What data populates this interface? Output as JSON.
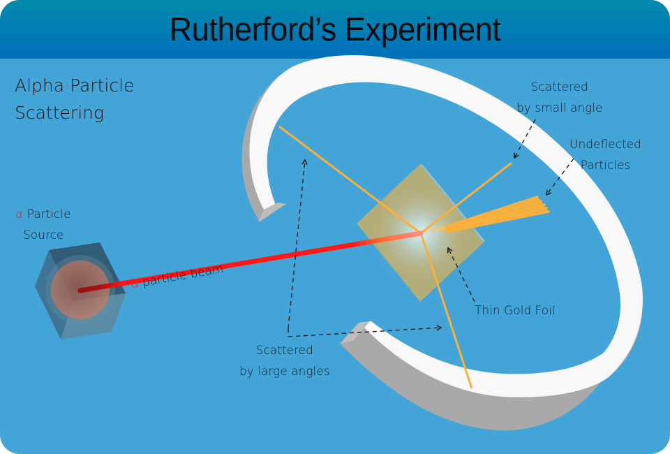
{
  "title": "Rutherford’s Experiment",
  "subtitle": {
    "line1": "Alpha Particle",
    "line2": "Scattering"
  },
  "labels": {
    "source_symbol": "α",
    "source_line1": "Particle",
    "source_line2": "Source",
    "beam_symbol": "α",
    "beam_text": "particle beam",
    "foil": "Thin Gold Foil",
    "small_angle_line1": "Scattered",
    "small_angle_line2": "by small angle",
    "undeflected_line1": "Undeflected",
    "undeflected_line2": "Particles",
    "large_angle_line1": "Scattered",
    "large_angle_line2": "by large angles"
  },
  "colors": {
    "background": "#43a5d7",
    "header_top": "#028aaa",
    "header_bottom": "#0070bc",
    "beam": "#ff1a1a",
    "scatter": "#fbb03b",
    "foil": "#b3ad7a",
    "ring_face": "#f8f8f8",
    "ring_side": "#a8a8a8",
    "alpha_symbol": "#d6243a"
  },
  "icons": {
    "source": "particle-source-cube-icon",
    "foil": "gold-foil-icon",
    "detector": "detector-ring-icon"
  }
}
